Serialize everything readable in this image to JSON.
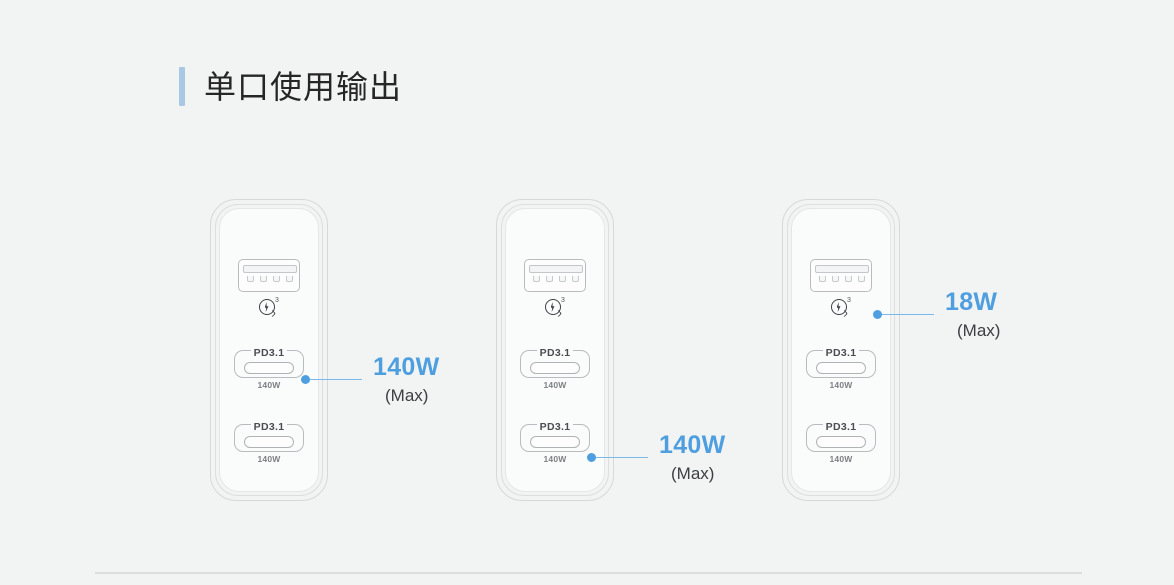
{
  "page": {
    "background_color": "#f2f4f3",
    "accent_blue": "#4f9fe0",
    "title_accent_color": "#a9c9e2"
  },
  "header": {
    "title": "单口使用输出",
    "accent_bar": "title-accent-bar"
  },
  "chargers": [
    {
      "id": "charger-left",
      "ports": [
        {
          "type": "usb-a",
          "badge": "quick-charge-logo",
          "badge_superscript": "3",
          "label": "",
          "watt": ""
        },
        {
          "type": "usb-c",
          "label": "PD3.1",
          "watt": "140W"
        },
        {
          "type": "usb-c",
          "label": "PD3.1",
          "watt": "140W"
        }
      ],
      "callout": {
        "target_port_index": 1,
        "value": "140W",
        "sub": "(Max)"
      }
    },
    {
      "id": "charger-middle",
      "ports": [
        {
          "type": "usb-a",
          "badge": "quick-charge-logo",
          "badge_superscript": "3",
          "label": "",
          "watt": ""
        },
        {
          "type": "usb-c",
          "label": "PD3.1",
          "watt": "140W"
        },
        {
          "type": "usb-c",
          "label": "PD3.1",
          "watt": "140W"
        }
      ],
      "callout": {
        "target_port_index": 2,
        "value": "140W",
        "sub": "(Max)"
      }
    },
    {
      "id": "charger-right",
      "ports": [
        {
          "type": "usb-a",
          "badge": "quick-charge-logo",
          "badge_superscript": "3",
          "label": "",
          "watt": ""
        },
        {
          "type": "usb-c",
          "label": "PD3.1",
          "watt": "140W"
        },
        {
          "type": "usb-c",
          "label": "PD3.1",
          "watt": "140W"
        }
      ],
      "callout": {
        "target_port_index": 0,
        "value": "18W",
        "sub": "(Max)"
      }
    }
  ]
}
